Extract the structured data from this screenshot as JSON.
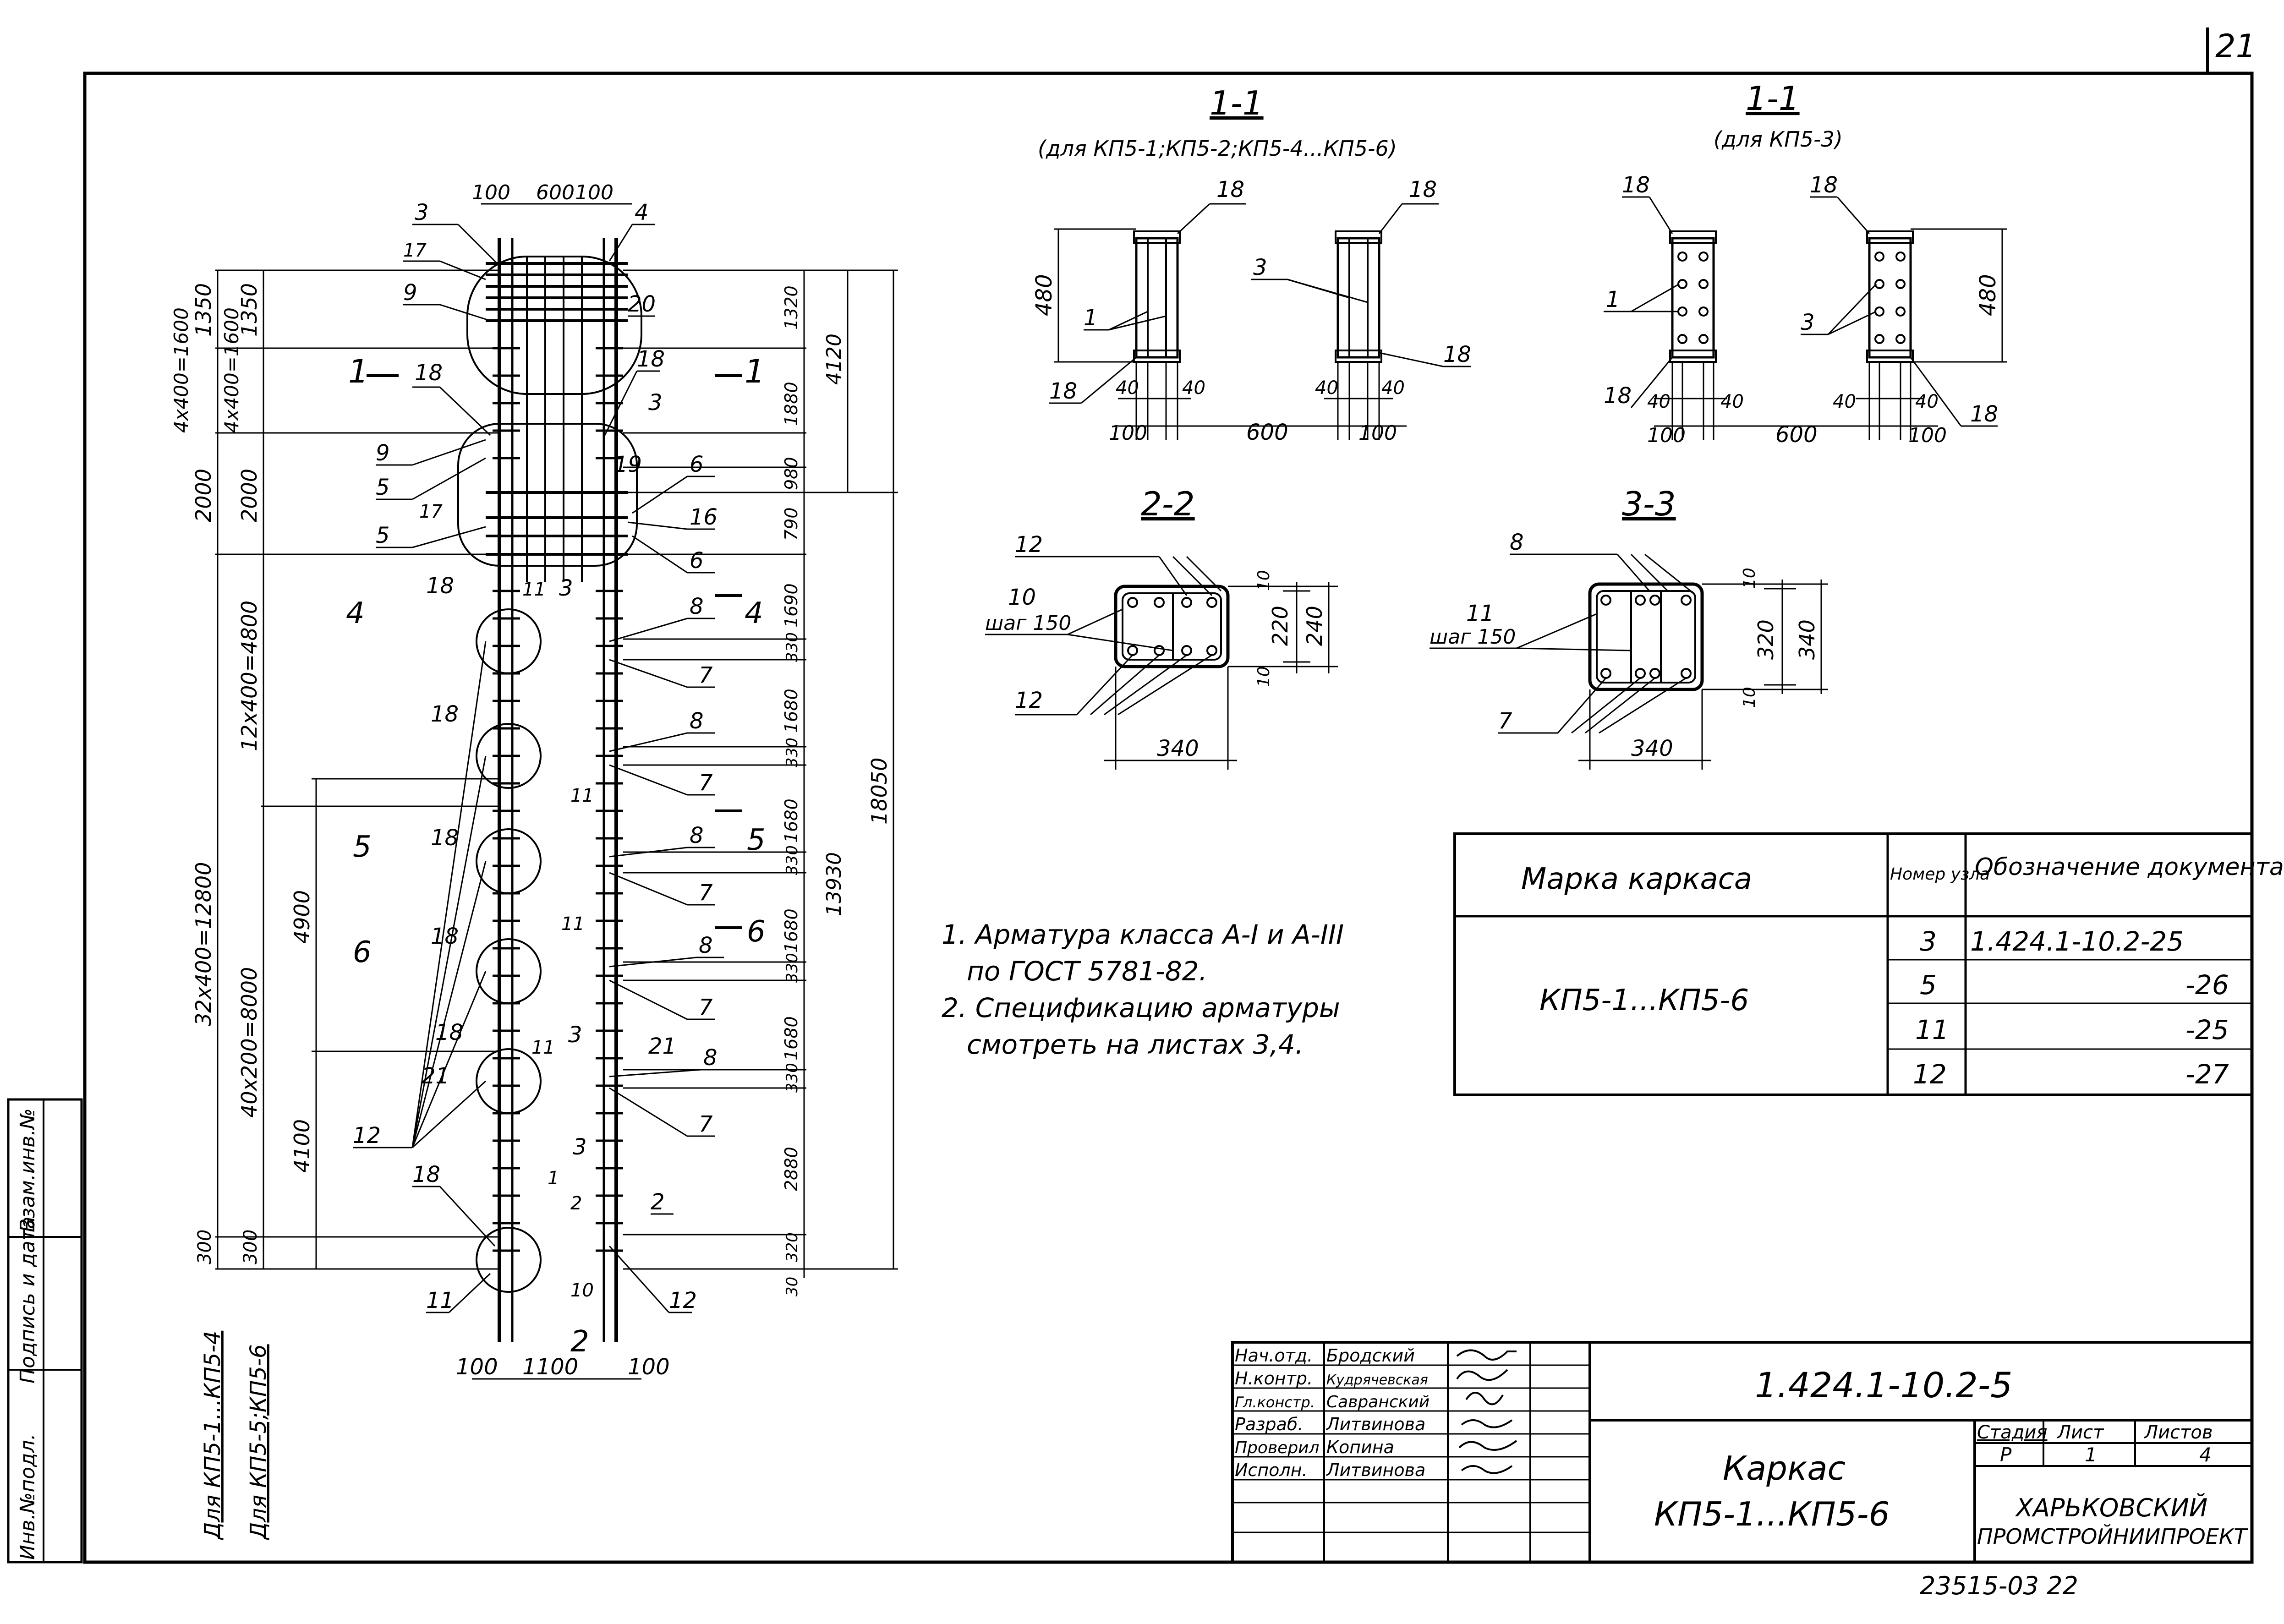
{
  "sheet_corner_number": "21",
  "stamp_number": "23515-03 22",
  "side_column": {
    "inv_podl": "Инв.№подл.",
    "podpis_data": "Подпись и дата",
    "vzam_inv": "Взам.инв.№"
  },
  "left_labels": {
    "kp14": "Для КП5-1...КП5-4",
    "kp56": "Для КП5-5;КП5-6"
  },
  "elevation": {
    "top_dims": [
      "100",
      "600",
      "100"
    ],
    "bottom_dims": [
      "100",
      "1100",
      "100"
    ],
    "left_outer_dims": [
      "1350",
      "4x400=1600",
      "2000",
      "32x400=12800",
      "300"
    ],
    "left_inner_dims": [
      "1350",
      "4x400=1600",
      "2000",
      "12x400=4800",
      "40x200=8000",
      "300"
    ],
    "lower_left_dims": [
      "4900",
      "4100"
    ],
    "right_dims": [
      "1320",
      "1880",
      "980",
      "790",
      "1690",
      "330",
      "1680",
      "330",
      "1680",
      "330",
      "1680",
      "330",
      "1680",
      "330",
      "2880",
      "320",
      "30"
    ],
    "right_total_dims": [
      "4120",
      "13930",
      "18050"
    ],
    "section_marks": [
      {
        "mark": "1",
        "left": "1",
        "right": "1"
      },
      {
        "mark": "4",
        "left": "4",
        "right": "4"
      },
      {
        "mark": "5",
        "left": "5",
        "right": "5"
      },
      {
        "mark": "6",
        "left": "6",
        "right": "6"
      }
    ],
    "callouts": [
      "3",
      "4",
      "17",
      "9",
      "20",
      "18",
      "18",
      "3",
      "9",
      "5",
      "17",
      "19",
      "6",
      "16",
      "5",
      "6",
      "18",
      "11",
      "3",
      "8",
      "7",
      "18",
      "8",
      "7",
      "11",
      "18",
      "8",
      "7",
      "11",
      "18",
      "8",
      "7",
      "18",
      "3",
      "11",
      "21",
      "21",
      "8",
      "12",
      "7",
      "3",
      "18",
      "1",
      "2",
      "2",
      "11",
      "10",
      "2",
      "12"
    ]
  },
  "section_1_1_a": {
    "title": "1-1",
    "subtitle": "(для КП5-1;КП5-2;КП5-4...КП5-6)",
    "labels": [
      "18",
      "18",
      "480",
      "1",
      "3",
      "18",
      "18",
      "40",
      "40",
      "40",
      "40",
      "100",
      "600",
      "100"
    ]
  },
  "section_1_1_b": {
    "title": "1-1",
    "subtitle": "(для КП5-3)",
    "labels": [
      "18",
      "18",
      "1",
      "3",
      "480",
      "18",
      "40",
      "40",
      "40",
      "40",
      "18",
      "100",
      "600",
      "100"
    ]
  },
  "section_2_2": {
    "title": "2-2",
    "labels": [
      "12",
      "10",
      "шаг 150",
      "12",
      "10",
      "220",
      "240",
      "10",
      "340"
    ]
  },
  "section_3_3": {
    "title": "3-3",
    "labels": [
      "8",
      "11",
      "шаг 150",
      "7",
      "10",
      "320",
      "340",
      "10",
      "340"
    ]
  },
  "notes": [
    "1. Арматура класса А-I и А-III",
    "по ГОСТ 5781-82.",
    "2. Спецификацию арматуры",
    "смотреть на листах 3,4."
  ],
  "table": {
    "headers": [
      "Марка каркаса",
      "Номер узла",
      "Обозначение документа"
    ],
    "mark": "КП5-1...КП5-6",
    "rows": [
      {
        "node": "3",
        "doc": "1.424.1-10.2-25"
      },
      {
        "node": "5",
        "doc": "-26"
      },
      {
        "node": "11",
        "doc": "-25"
      },
      {
        "node": "12",
        "doc": "-27"
      }
    ]
  },
  "title_block": {
    "code": "1.424.1-10.2-5",
    "title_line1": "Каркас",
    "title_line2": "КП5-1...КП5-6",
    "stage_header": "Стадия",
    "sheet_header": "Лист",
    "sheets_header": "Листов",
    "stage": "Р",
    "sheet": "1",
    "sheets": "4",
    "org_line1": "ХАРЬКОВСКИЙ",
    "org_line2": "ПРОМСТРОЙНИИПРОЕКТ",
    "people": [
      {
        "role": "Нач.отд.",
        "name": "Бродский"
      },
      {
        "role": "Н.контр.",
        "name": "Кудрячевская"
      },
      {
        "role": "Гл.констр.",
        "name": "Савранский"
      },
      {
        "role": "Разраб.",
        "name": "Литвинова"
      },
      {
        "role": "Проверил",
        "name": "Копина"
      },
      {
        "role": "Исполн.",
        "name": "Литвинова"
      }
    ]
  }
}
